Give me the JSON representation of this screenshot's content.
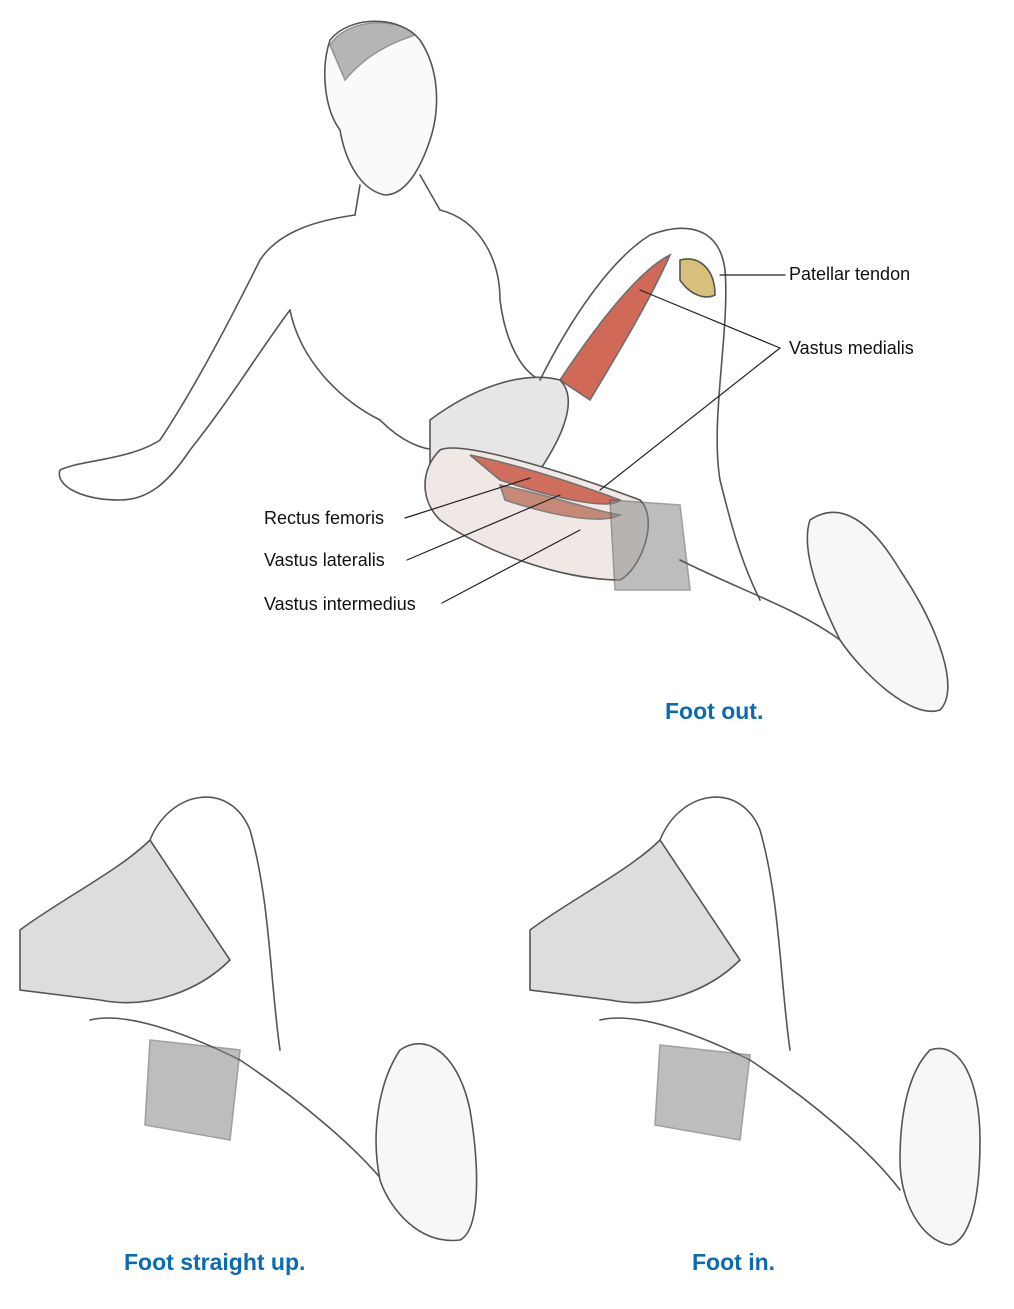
{
  "labels": {
    "patellar_tendon": "Patellar tendon",
    "vastus_medialis": "Vastus medialis",
    "rectus_femoris": "Rectus femoris",
    "vastus_lateralis": "Vastus lateralis",
    "vastus_intermedius": "Vastus intermedius"
  },
  "captions": {
    "foot_out": "Foot out.",
    "foot_straight_up": "Foot straight up.",
    "foot_in": "Foot in."
  },
  "colors": {
    "caption": "#0a6bb5",
    "muscle": "#c8503c",
    "sketch": "#555555"
  }
}
